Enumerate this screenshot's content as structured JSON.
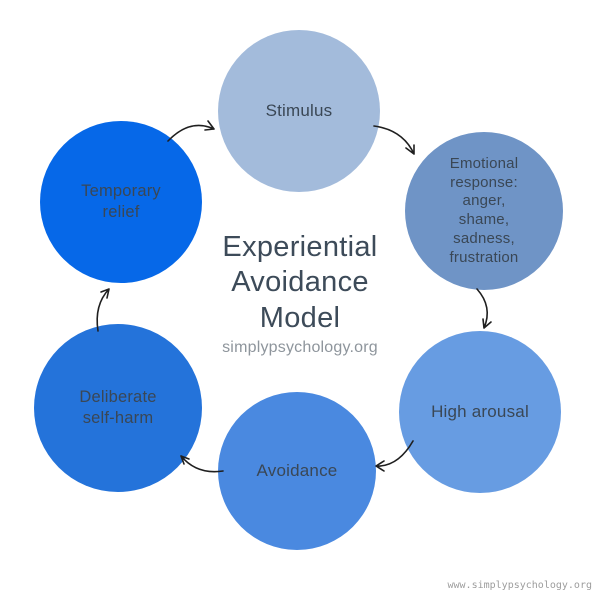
{
  "diagram": {
    "title": "Experiential\nAvoidance\nModel",
    "subtitle": "simplypsychology.org",
    "watermark": "www.simplypsychology.org",
    "arrow_color": "#1f1f1f",
    "text_color": "#3a4755",
    "title_color": "#3d4b59",
    "subtitle_color": "#8e959c",
    "watermark_color": "#9d9d9d",
    "background": "#ffffff"
  },
  "circles": [
    {
      "id": "stimulus",
      "label": "Stimulus",
      "color": "#a3bbdb"
    },
    {
      "id": "emotional-response",
      "label": "Emotional\nresponse:\nanger,\nshame,\nsadness,\nfrustration",
      "color": "#6f94c6"
    },
    {
      "id": "high-arousal",
      "label": "High arousal",
      "color": "#679ce2"
    },
    {
      "id": "avoidance",
      "label": "Avoidance",
      "color": "#4a89e0"
    },
    {
      "id": "deliberate-self-harm",
      "label": "Deliberate\nself-harm",
      "color": "#2473da"
    },
    {
      "id": "temporary-relief",
      "label": "Temporary\nrelief",
      "color": "#0668e8"
    }
  ],
  "arrows": [
    {
      "from": "temporary-relief",
      "to": "stimulus"
    },
    {
      "from": "stimulus",
      "to": "emotional-response"
    },
    {
      "from": "emotional-response",
      "to": "high-arousal"
    },
    {
      "from": "high-arousal",
      "to": "avoidance"
    },
    {
      "from": "avoidance",
      "to": "deliberate-self-harm"
    },
    {
      "from": "deliberate-self-harm",
      "to": "temporary-relief"
    }
  ]
}
